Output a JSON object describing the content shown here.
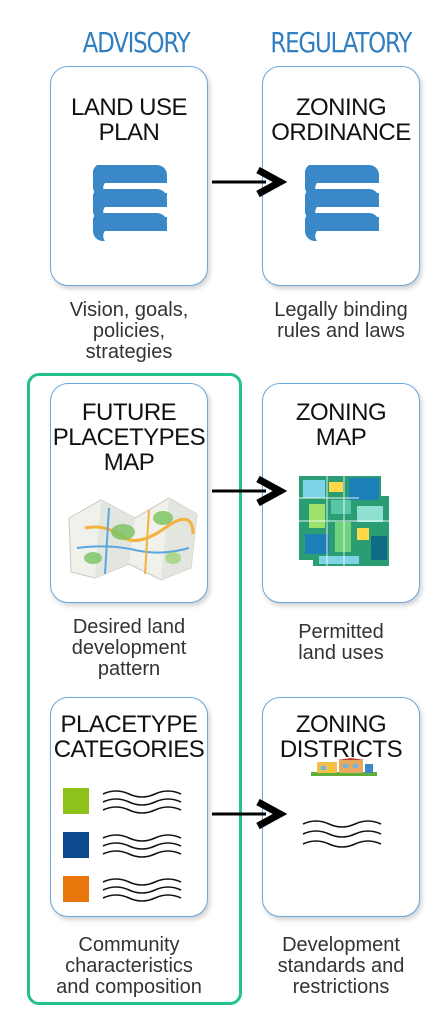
{
  "headers": {
    "advisory": "ADVISORY",
    "regulatory": "REGULATORY"
  },
  "cards": {
    "land_use_plan": {
      "title": "LAND USE\nPLAN",
      "caption": "Vision, goals,\npolicies,\nstrategies",
      "icon": "books-icon"
    },
    "zoning_ordinance": {
      "title": "ZONING\nORDINANCE",
      "caption": "Legally binding\nrules and laws",
      "icon": "books-icon"
    },
    "future_placetypes_map": {
      "title": "FUTURE\nPLACETYPES\nMAP",
      "caption": "Desired land\ndevelopment\npattern",
      "icon": "folded-map-icon"
    },
    "zoning_map": {
      "title": "ZONING\nMAP",
      "caption": "Permitted\nland uses",
      "icon": "zoning-map-image"
    },
    "placetype_categories": {
      "title": "PLACETYPE\nCATEGORIES",
      "caption": "Community\ncharacteristics\nand composition",
      "icon": "color-legend-icon"
    },
    "zoning_districts": {
      "title": "ZONING\nDISTRICTS",
      "caption": "Development\nstandards and\nrestrictions",
      "icon": "district-illustration"
    }
  },
  "colors": {
    "header_blue": "#2f7fc1",
    "book_blue": "#3a88c8",
    "card_border": "#6aa8dd",
    "group_border": "#22c28a",
    "swatch_green": "#8cc21a",
    "swatch_navy": "#0d4a8f",
    "swatch_orange": "#e8760a"
  }
}
